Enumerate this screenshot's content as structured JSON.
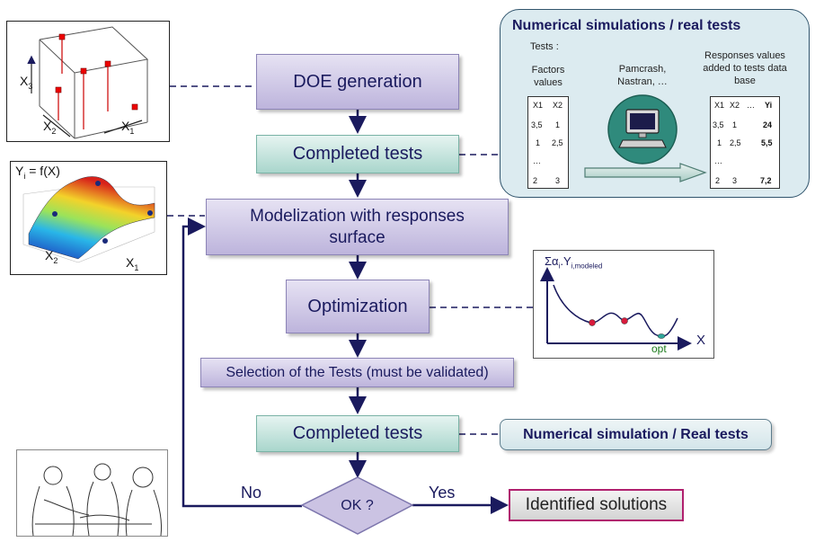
{
  "flow": {
    "doe_generation": "DOE generation",
    "completed_tests_1": "Completed tests",
    "modelization_line1": "Modelization with responses",
    "modelization_line2": "surface",
    "optimization": "Optimization",
    "selection": "Selection  of the Tests (must be validated)",
    "completed_tests_2": "Completed tests",
    "decision": "OK ?",
    "no_label": "No",
    "yes_label": "Yes",
    "identified_solutions": "Identified solutions"
  },
  "cube": {
    "x3": "X",
    "x3_sub": "3",
    "x2": "X",
    "x2_sub": "2",
    "x1": "X",
    "x1_sub": "1"
  },
  "surface": {
    "title_y": "Y",
    "title_sub": "i",
    "title_rest": " = f(X)",
    "x2": "X",
    "x2_sub": "2",
    "x1": "X",
    "x1_sub": "1"
  },
  "optplot": {
    "ylabel": "Σα",
    "ylabel_sub1": "i",
    "ylabel_mid": ".Y",
    "ylabel_sub2": "i,modeled",
    "xlabel": "X",
    "opt_label": "opt"
  },
  "sim": {
    "title": "Numerical simulations / real tests",
    "tests_label": "Tests :",
    "factors_line1": "Factors",
    "factors_line2": "values",
    "software_line1": "Pamcrash,",
    "software_line2": "Nastran, …",
    "responses_line1": "Responses values",
    "responses_line2": "added  to tests data",
    "responses_line3": "base",
    "left_table": {
      "headers": [
        "X1",
        "X2"
      ],
      "rows": [
        [
          "3,5",
          "1"
        ],
        [
          "1",
          "2,5"
        ],
        [
          "…",
          ""
        ],
        [
          "2",
          "3"
        ]
      ]
    },
    "right_table": {
      "headers": [
        "X1",
        "X2",
        "…",
        "Yi"
      ],
      "rows": [
        [
          "3,5",
          "1",
          "",
          "24"
        ],
        [
          "1",
          "2,5",
          "",
          "5,5"
        ],
        [
          "…",
          "",
          "",
          ""
        ],
        [
          "2",
          "3",
          "",
          "7,2"
        ]
      ]
    }
  },
  "numerical_sim_label": "Numerical simulation / Real tests",
  "colors": {
    "arrow": "#1a1a5e",
    "purple_fill": "#cfc8e6",
    "teal_fill": "#bfe3da",
    "solution_border": "#b0206e"
  }
}
